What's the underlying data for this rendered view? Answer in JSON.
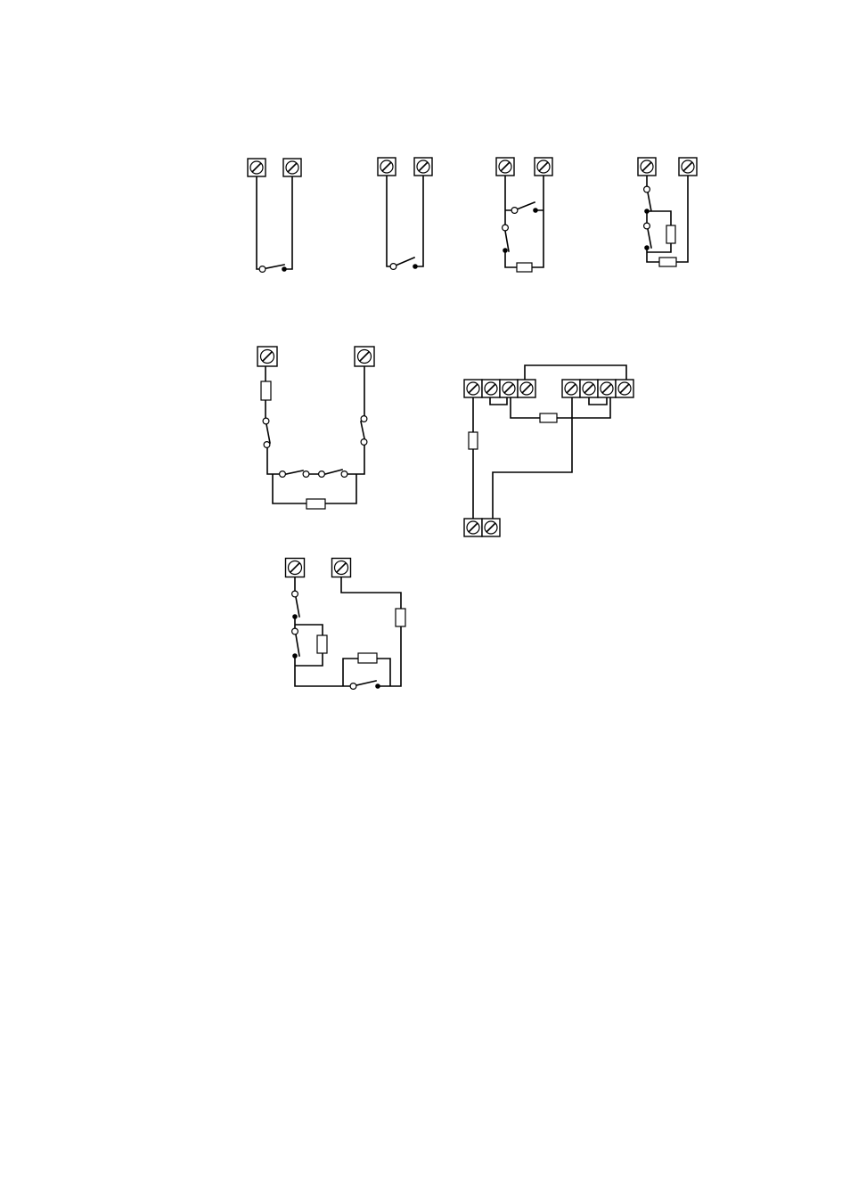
{
  "page": {
    "background": "#ffffff",
    "line_color": "#000000"
  },
  "diagrams": [
    {
      "id": "wiring-1",
      "description_visible_text": ""
    },
    {
      "id": "wiring-2"
    },
    {
      "id": "wiring-3"
    },
    {
      "id": "wiring-4"
    },
    {
      "id": "wiring-5"
    },
    {
      "id": "wiring-6"
    },
    {
      "id": "wiring-7"
    }
  ],
  "symbols": {
    "terminal": "screw-terminal-icon",
    "resistor": "resistor-icon",
    "switch": "switch-contact-icon"
  }
}
